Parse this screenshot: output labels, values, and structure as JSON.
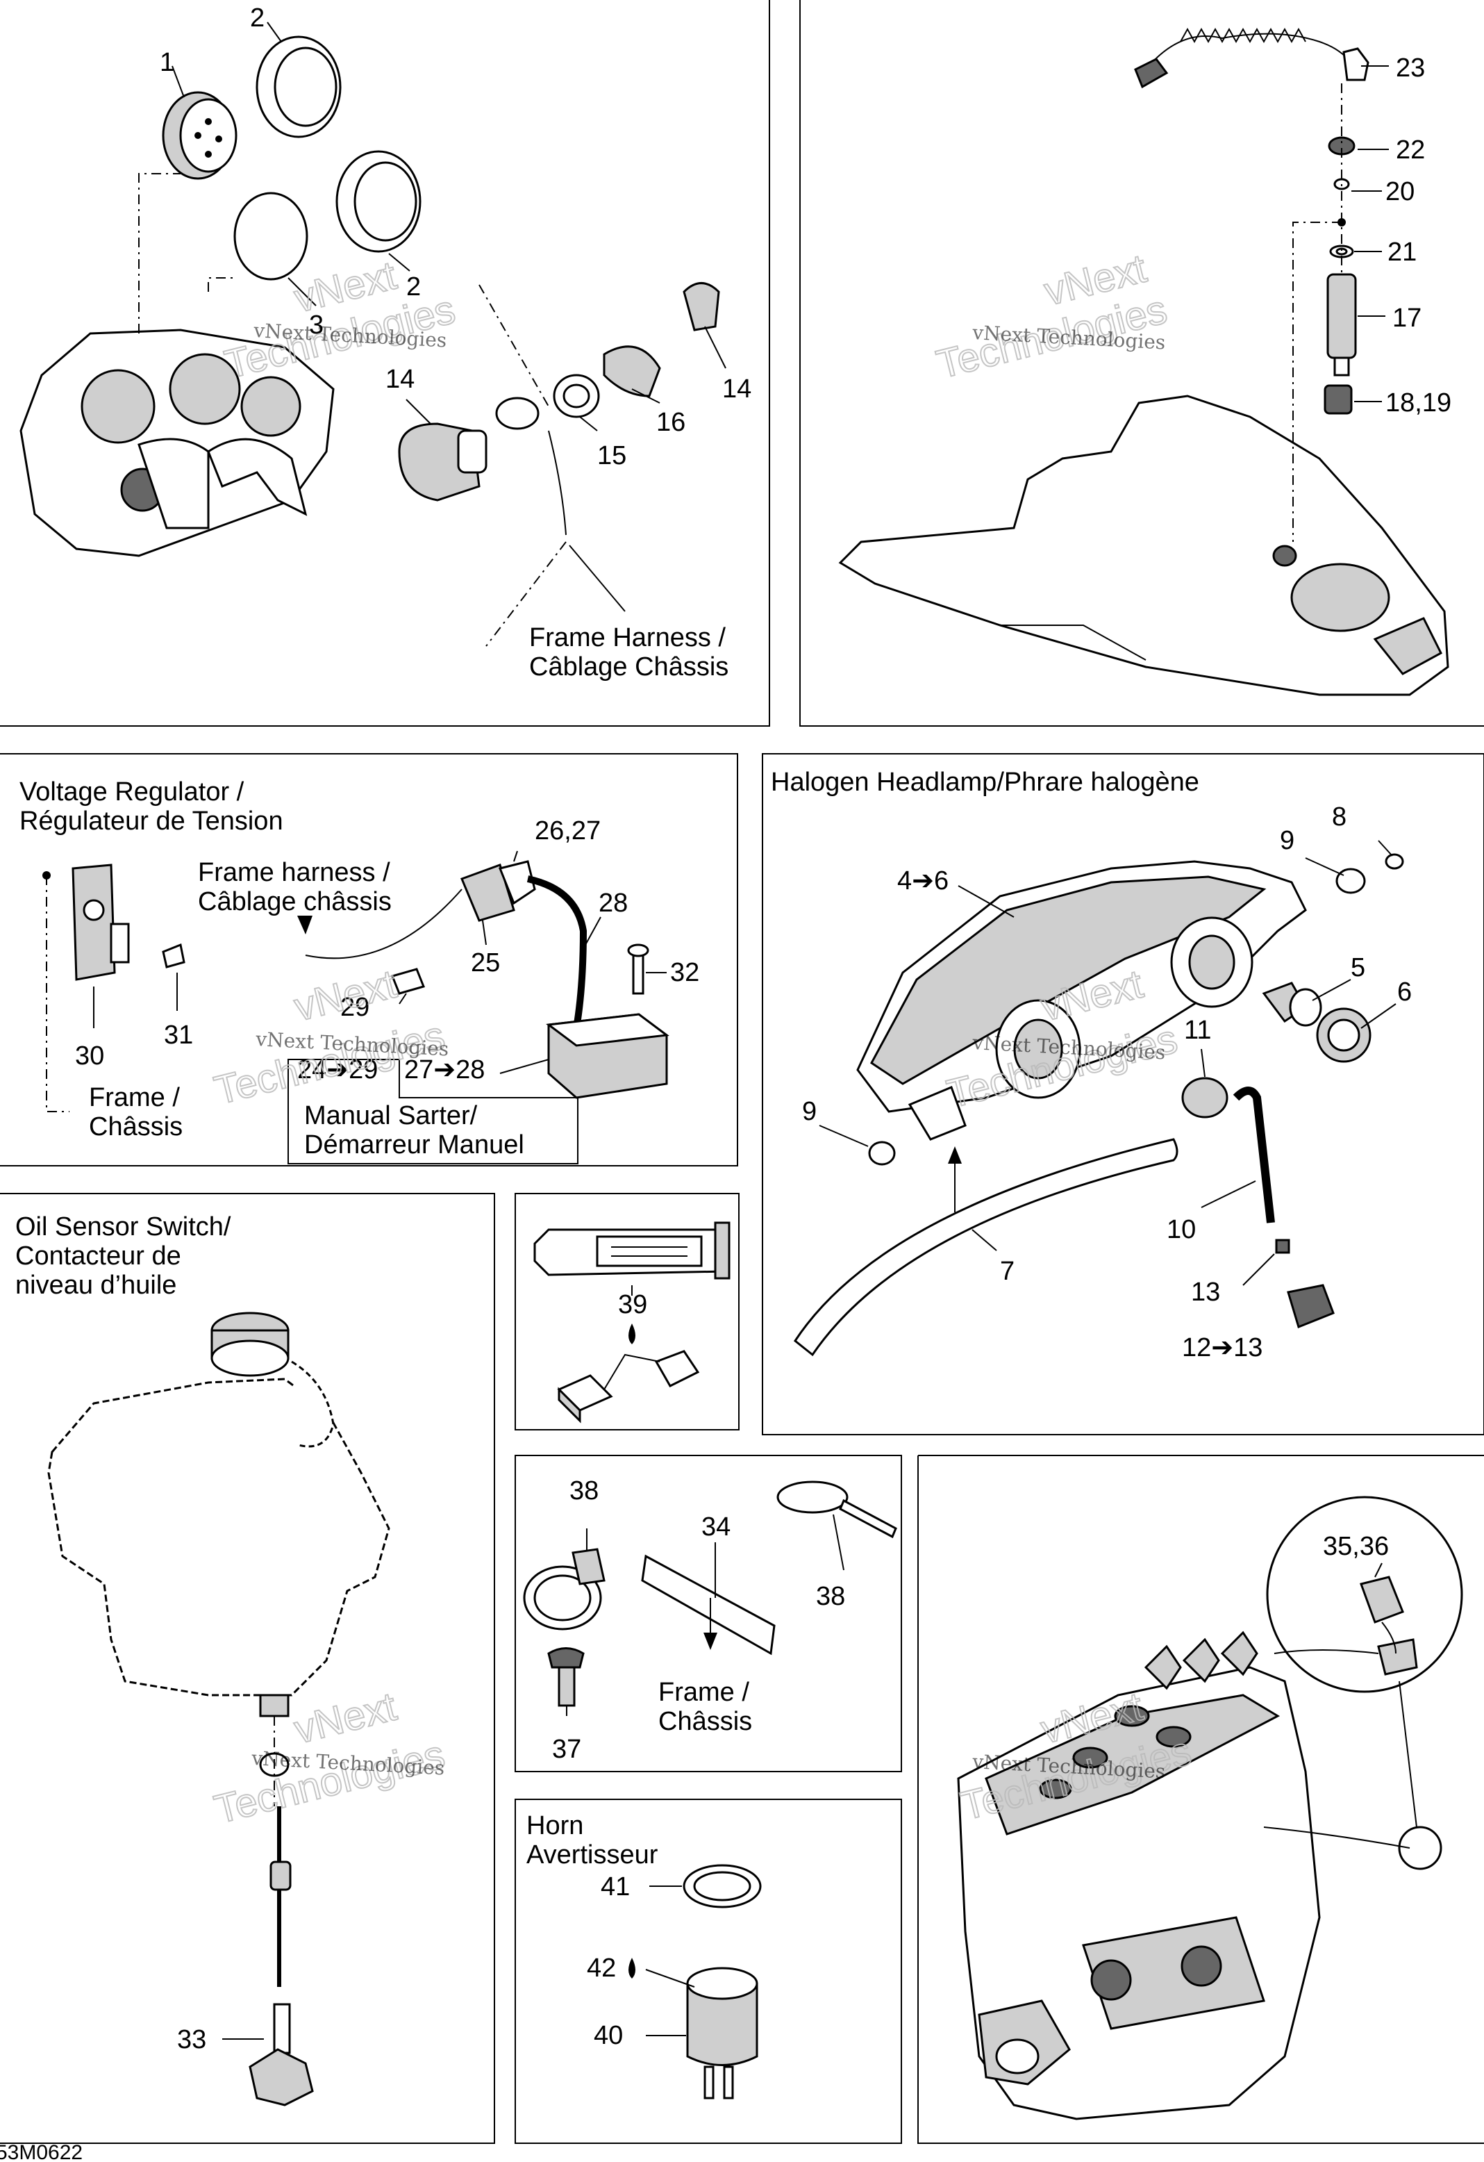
{
  "diagram_id": "53M0622",
  "watermark": {
    "line1": "vNext Technologies",
    "big1": "vNext",
    "big2": "Technologies"
  },
  "panels": {
    "gauges": {
      "callouts": [
        "1",
        "2",
        "2",
        "3",
        "14",
        "14",
        "15",
        "16"
      ],
      "caption_lines": [
        "Frame Harness /",
        "Câblage Châssis"
      ]
    },
    "tether": {
      "callouts": [
        "23",
        "22",
        "20",
        "21",
        "17",
        "18,19"
      ]
    },
    "regulator": {
      "title_lines": [
        "Voltage Regulator /",
        "Régulateur de Tension"
      ],
      "harness_lines": [
        "Frame harness /",
        "Câblage châssis"
      ],
      "frame_lines": [
        "Frame /",
        "Châssis"
      ],
      "manual_lines": [
        "Manual Sarter/",
        "Démarreur Manuel"
      ],
      "callouts": [
        "26,27",
        "28",
        "25",
        "32",
        "29",
        "30",
        "31",
        "24➔29",
        "27➔28"
      ]
    },
    "headlamp": {
      "title": "Halogen Headlamp/Phrare halogène",
      "callouts": [
        "8",
        "9",
        "4➔6",
        "5",
        "6",
        "11",
        "9",
        "10",
        "7",
        "13",
        "12➔13"
      ]
    },
    "oil": {
      "title_lines": [
        "Oil Sensor Switch/",
        "Contacteur de",
        "niveau d’huile"
      ],
      "callouts": [
        "33"
      ]
    },
    "grease": {
      "callouts": [
        "39"
      ]
    },
    "clips": {
      "callouts": [
        "38",
        "34",
        "38",
        "37"
      ],
      "frame_lines": [
        "Frame /",
        "Châssis"
      ]
    },
    "horn": {
      "title_lines": [
        "Horn",
        "Avertisseur"
      ],
      "callouts": [
        "41",
        "42",
        "40"
      ]
    },
    "engine": {
      "callouts": [
        "35,36"
      ]
    }
  }
}
